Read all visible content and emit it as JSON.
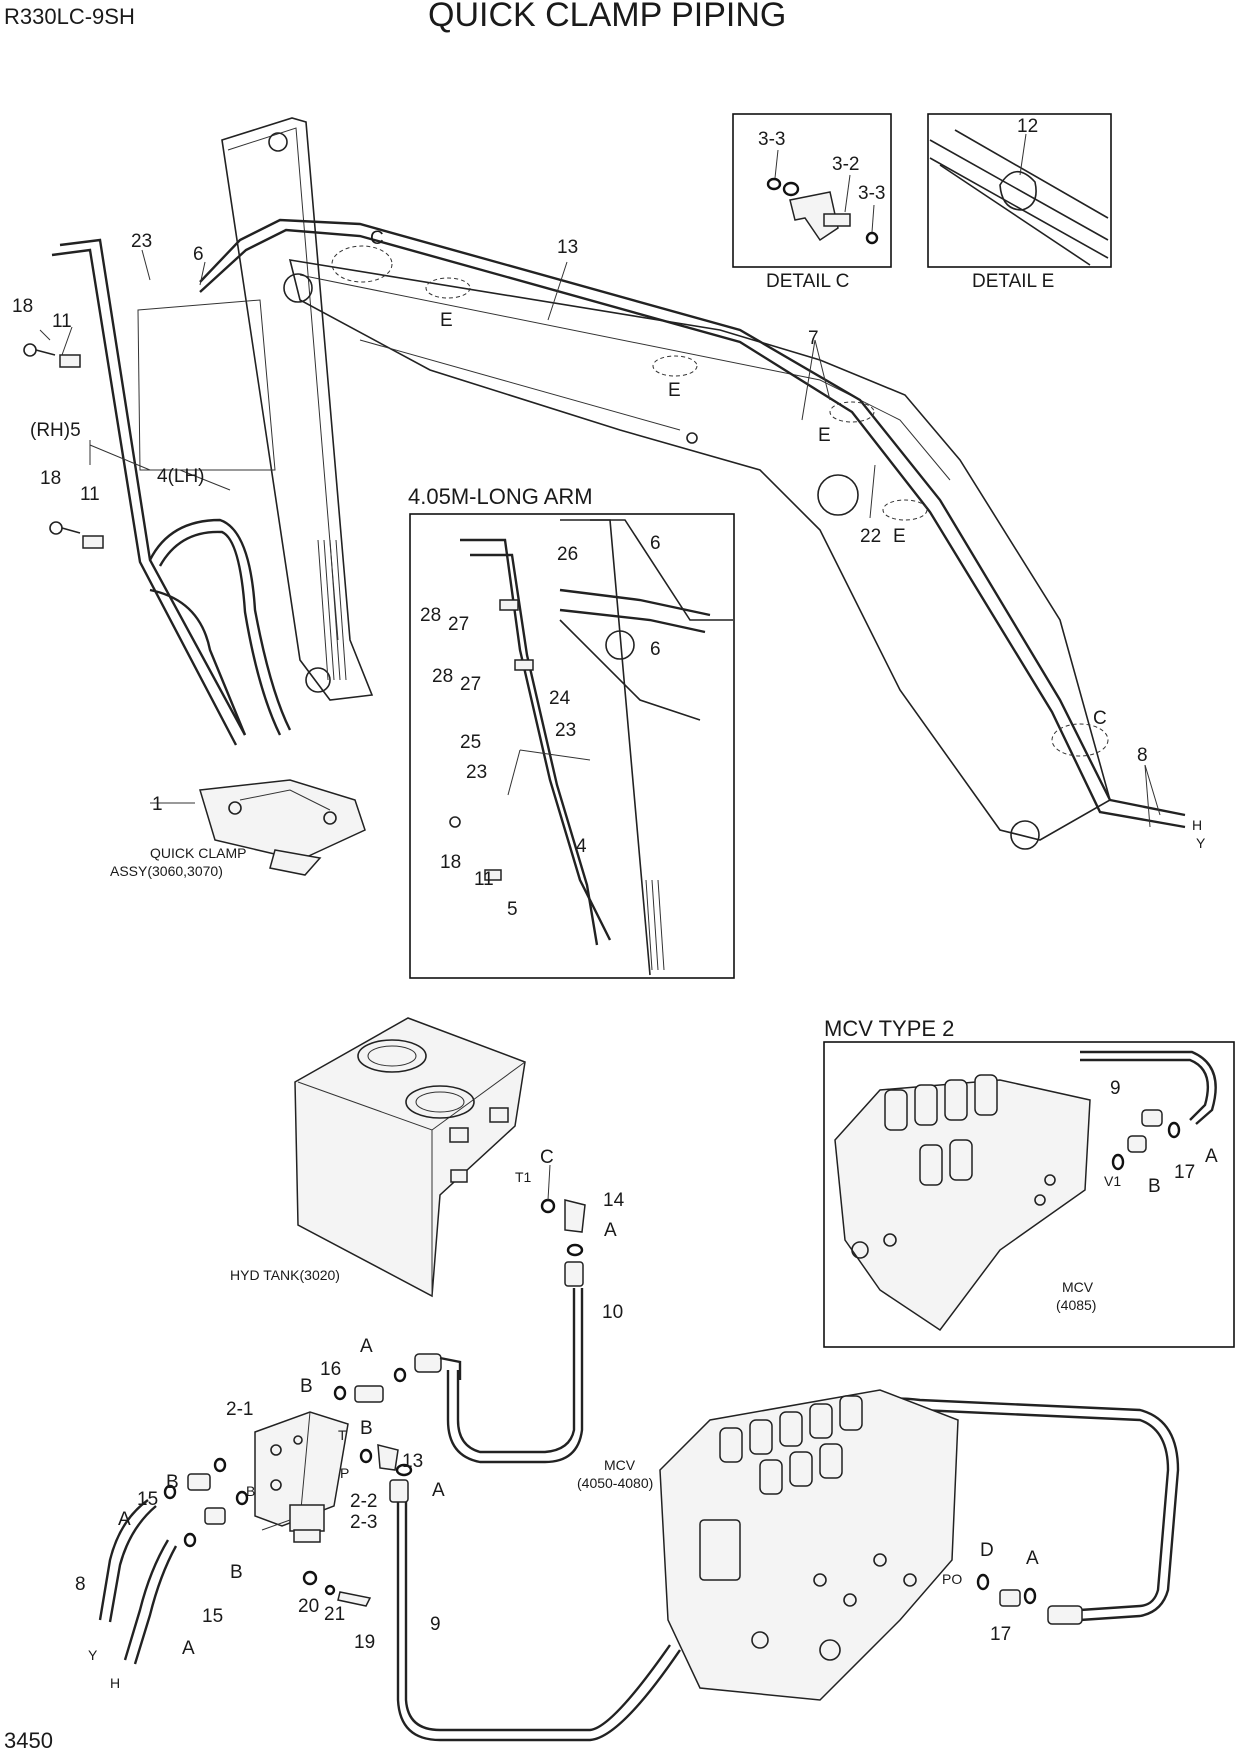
{
  "header": {
    "model": "R330LC-9SH",
    "title": "QUICK CLAMP PIPING"
  },
  "footer": {
    "page_number": "3450"
  },
  "insets": {
    "detail_c": "DETAIL  C",
    "detail_e": "DETAIL  E",
    "long_arm": "4.05M-LONG ARM",
    "mcv_type2": "MCV TYPE 2"
  },
  "components": {
    "quick_clamp_line1": "QUICK CLAMP",
    "quick_clamp_line2": "ASSY(3060,3070)",
    "hyd_tank": "HYD TANK(3020)",
    "mcv1_line1": "MCV",
    "mcv1_line2": "(4050-4080)",
    "mcv2_line1": "MCV",
    "mcv2_line2": "(4085)"
  },
  "labels": {
    "rh5": "(RH)5",
    "lh4": "4(LH)",
    "p1": "1",
    "p2_1": "2-1",
    "p2_2": "2-2",
    "p2_3": "2-3",
    "p3_2": "3-2",
    "p3_3": "3-3",
    "p4": "4",
    "p5": "5",
    "p6": "6",
    "p7": "7",
    "p8": "8",
    "p9": "9",
    "p10": "10",
    "p11": "11",
    "p12": "12",
    "p13": "13",
    "p14": "14",
    "p15": "15",
    "p16": "16",
    "p17": "17",
    "p18": "18",
    "p19": "19",
    "p20": "20",
    "p21": "21",
    "p22": "22",
    "p23": "23",
    "p24": "24",
    "p25": "25",
    "p26": "26",
    "p27": "27",
    "p28": "28",
    "A": "A",
    "B": "B",
    "C": "C",
    "D": "D",
    "E": "E",
    "H": "H",
    "Y": "Y",
    "T": "T",
    "P": "P",
    "T1": "T1",
    "V1": "V1",
    "PO": "PO"
  }
}
